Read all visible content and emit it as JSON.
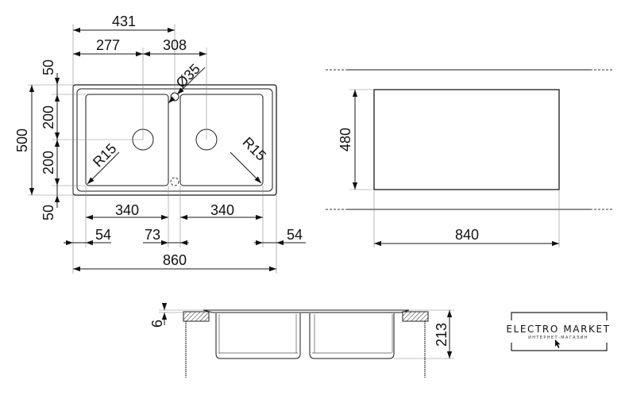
{
  "top_view": {
    "overall_width": "860",
    "overall_height": "500",
    "faucet_offset": "431",
    "left_drain_offset": "277",
    "right_drain_offset": "308",
    "tap_hole_diameter": "Ø35",
    "top_margin": "50",
    "upper_bowl_half": "200",
    "lower_bowl_half": "200",
    "bottom_margin": "50",
    "corner_radius_left": "R15",
    "corner_radius_right": "R15",
    "left_bowl_width": "340",
    "right_bowl_width": "340",
    "left_edge": "54",
    "divider": "73",
    "right_edge": "54"
  },
  "cutout_view": {
    "cutout_height": "480",
    "cutout_width": "840"
  },
  "side_view": {
    "rim_thickness": "6",
    "bowl_depth": "213"
  },
  "logo": {
    "title": "ELECTRO MARKET",
    "subtitle": "ИНТЕРНЕТ-МАГАЗИН"
  },
  "colors": {
    "line": "#1a1a1a",
    "background": "#ffffff"
  }
}
